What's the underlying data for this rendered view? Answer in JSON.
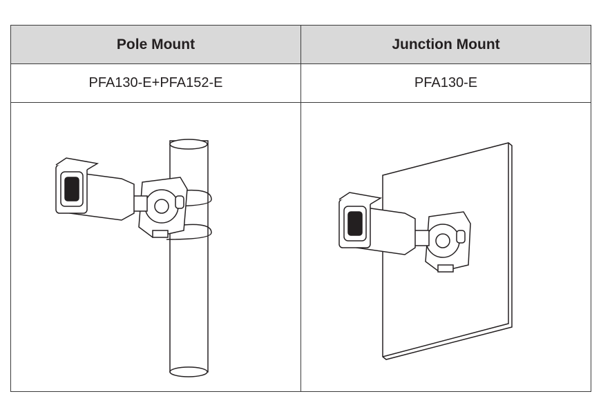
{
  "table": {
    "headers": [
      "Pole Mount",
      "Junction Mount"
    ],
    "models": [
      "PFA130-E+PFA152-E",
      "PFA130-E"
    ],
    "illustrations": [
      "camera-on-pole-icon",
      "camera-on-wall-icon"
    ]
  }
}
